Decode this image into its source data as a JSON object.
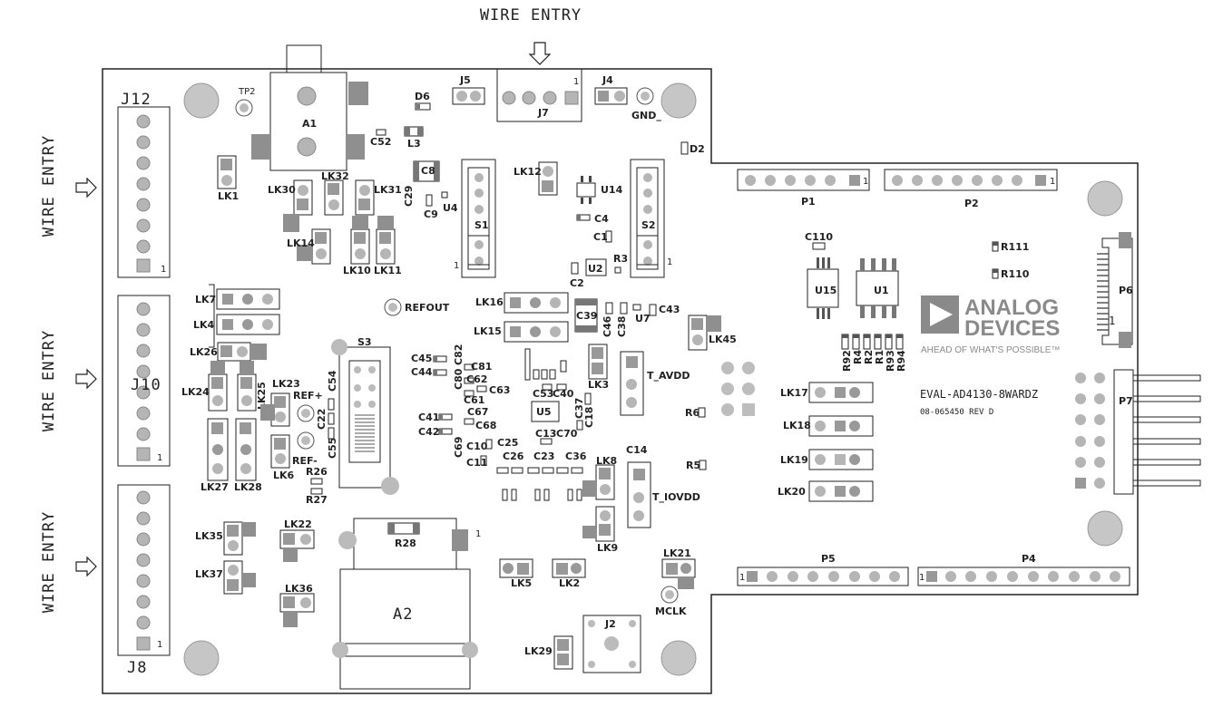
{
  "labels": {
    "wire_entry_top": "WIRE ENTRY",
    "wire_entry_1": "WIRE ENTRY",
    "wire_entry_2": "WIRE ENTRY",
    "wire_entry_3": "WIRE ENTRY",
    "board_name": "EVAL-AD4130-8WARDZ",
    "board_rev": "08-065450  REV D",
    "brand_line1": "ANALOG",
    "brand_line2": "DEVICES",
    "brand_tagline": "AHEAD OF WHAT'S POSSIBLE™",
    "J12": "J12",
    "J10": "J10",
    "J8": "J8",
    "J7": "J7",
    "J5": "J5",
    "J4": "J4",
    "J2": "J2",
    "P1": "P1",
    "P2": "P2",
    "P4": "P4",
    "P5": "P5",
    "P6": "P6",
    "P7": "P7",
    "A1": "A1",
    "A2": "A2",
    "S1": "S1",
    "S2": "S2",
    "S3": "S3",
    "U1": "U1",
    "U2": "U2",
    "U4": "U4",
    "U5": "U5",
    "U7": "U7",
    "U14": "U14",
    "U15": "U15",
    "TP2": "TP2",
    "GND": "GND_",
    "REFOUT": "REFOUT",
    "REFP": "REF+",
    "REFM": "REF-",
    "T_AVDD": "T_AVDD",
    "T_IOVDD": "T_IOVDD",
    "MCLK": "MCLK",
    "LK1": "LK1",
    "LK2": "LK2",
    "LK3": "LK3",
    "LK4": "LK4",
    "LK5": "LK5",
    "LK6": "LK6",
    "LK7": "LK7",
    "LK8": "LK8",
    "LK9": "LK9",
    "LK10": "LK10",
    "LK11": "LK11",
    "LK12": "LK12",
    "LK14": "LK14",
    "LK15": "LK15",
    "LK16": "LK16",
    "LK17": "LK17",
    "LK18": "LK18",
    "LK19": "LK19",
    "LK20": "LK20",
    "LK21": "LK21",
    "LK22": "LK22",
    "LK23": "LK23",
    "LK24": "LK24",
    "LK25": "LK25",
    "LK26": "LK26",
    "LK27": "LK27",
    "LK28": "LK28",
    "LK29": "LK29",
    "LK30": "LK30",
    "LK31": "LK31",
    "LK32": "LK32",
    "LK35": "LK35",
    "LK36": "LK36",
    "LK37": "LK37",
    "LK45": "LK45",
    "D2": "D2",
    "D6": "D6",
    "L3": "L3",
    "C8": "C8",
    "C9": "C9",
    "C52": "C52",
    "C29": "C29",
    "C1": "C1",
    "C2": "C2",
    "C4": "C4",
    "R3": "R3",
    "C39": "C39",
    "C43": "C43",
    "C46": "C46",
    "C38": "C38",
    "C110": "C110",
    "R111": "R111",
    "R110": "R110",
    "R92": "R92",
    "R4": "R4",
    "R2": "R2",
    "R1": "R1",
    "R93": "R93",
    "R94": "R94",
    "R6": "R6",
    "R5": "R5",
    "R26": "R26",
    "R27": "R27",
    "R28": "R28",
    "C45": "C45",
    "C44": "C44",
    "C41": "C41",
    "C42": "C42",
    "C82": "C82",
    "C80": "C80",
    "C81": "C81",
    "C62": "C62",
    "C63": "C63",
    "C61": "C61",
    "C67": "C67",
    "C68": "C68",
    "C69": "C69",
    "C10": "C10",
    "C25": "C25",
    "C11": "C11",
    "C26": "C26",
    "C23": "C23",
    "C36": "C36",
    "C14": "C14",
    "C53": "C53",
    "C40": "C40",
    "C13": "C13",
    "C70": "C70",
    "C37": "C37",
    "C18": "C18",
    "C54": "C54",
    "C22": "C22",
    "C55": "C55",
    "pin1": "1"
  },
  "colors": {
    "outline": "#222222",
    "pad": "#b0b0b0",
    "pad_dark": "#6f6f6f",
    "mounting_hole": "#c4c4c4",
    "logo": "#8a8a8a"
  }
}
